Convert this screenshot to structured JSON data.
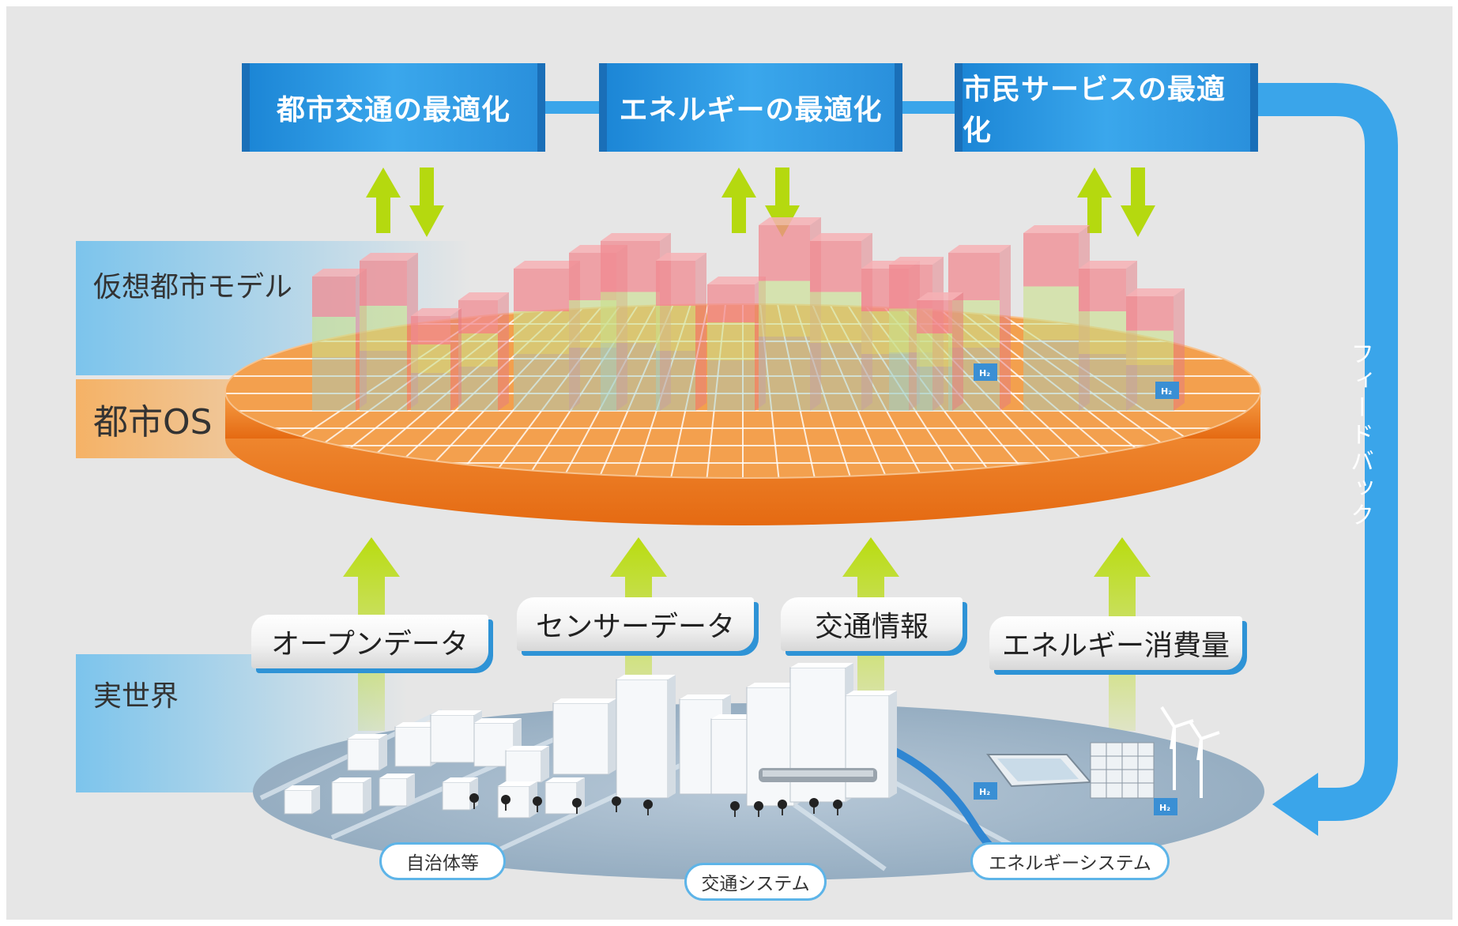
{
  "optimizations": [
    {
      "label": "都市交通の最適化"
    },
    {
      "label": "エネルギーの最適化"
    },
    {
      "label": "市民サービスの最適化"
    }
  ],
  "layers": {
    "virtual": "仮想都市モデル",
    "city_os": "都市OS",
    "real": "実世界"
  },
  "data_sources": [
    {
      "label": "オープンデータ"
    },
    {
      "label": "センサーデータ"
    },
    {
      "label": "交通情報"
    },
    {
      "label": "エネルギー消費量"
    }
  ],
  "feedback_label": "フィードバック",
  "real_world_systems": [
    {
      "label": "自治体等"
    },
    {
      "label": "交通システム"
    },
    {
      "label": "エネルギーシステム"
    }
  ],
  "hydrogen_tag": "H₂",
  "colors": {
    "background": "#e6e6e6",
    "optimization_blue": "#2a95e0",
    "arrow_lime": "#b5d90f",
    "city_os_orange": "#f08a2c",
    "feedback_blue": "#3aa5ea",
    "real_world_disc": "#9fb4c6"
  }
}
